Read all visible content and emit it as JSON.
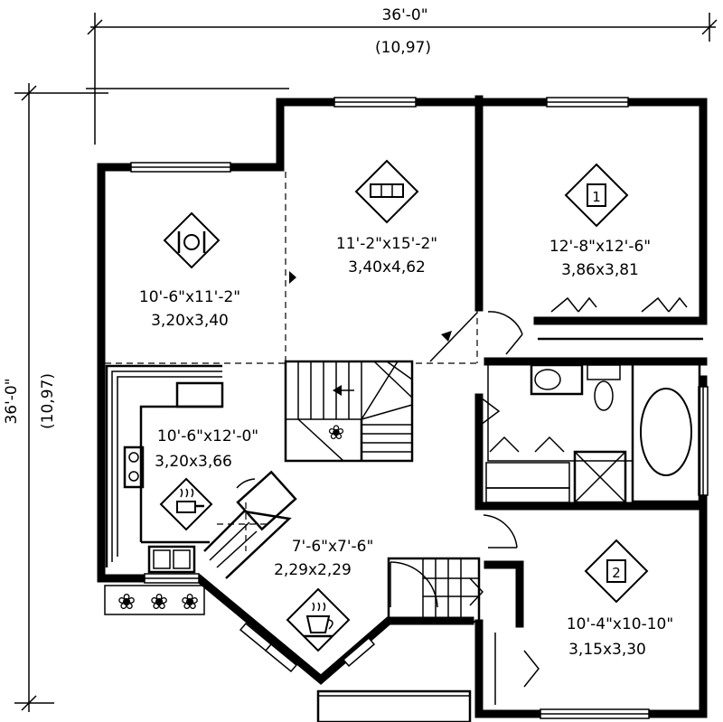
{
  "dimensions": {
    "width_imperial": "36'-0\"",
    "width_metric": "(10,97)",
    "depth_imperial": "36'-0\"",
    "depth_metric": "(10,97)"
  },
  "rooms": [
    {
      "id": "dining",
      "icon": "dining-icon",
      "imperial": "10'-6\"x11'-2\"",
      "metric": "3,20x3,40"
    },
    {
      "id": "living",
      "icon": "sofa-icon",
      "imperial": "11'-2\"x15'-2\"",
      "metric": "3,40x4,62"
    },
    {
      "id": "bedroom1",
      "icon": "bedroom-1-icon",
      "badge": "1",
      "imperial": "12'-8\"x12'-6\"",
      "metric": "3,86x3,81"
    },
    {
      "id": "kitchen",
      "icon": "cooking-pot-icon",
      "imperial": "10'-6\"x12'-0\"",
      "metric": "3,20x3,66"
    },
    {
      "id": "nook",
      "icon": "coffee-cup-icon",
      "imperial": "7'-6\"x7'-6\"",
      "metric": "2,29x2,29"
    },
    {
      "id": "bedroom2",
      "icon": "bedroom-2-icon",
      "badge": "2",
      "imperial": "10'-4\"x10-10\"",
      "metric": "3,15x3,30"
    }
  ]
}
